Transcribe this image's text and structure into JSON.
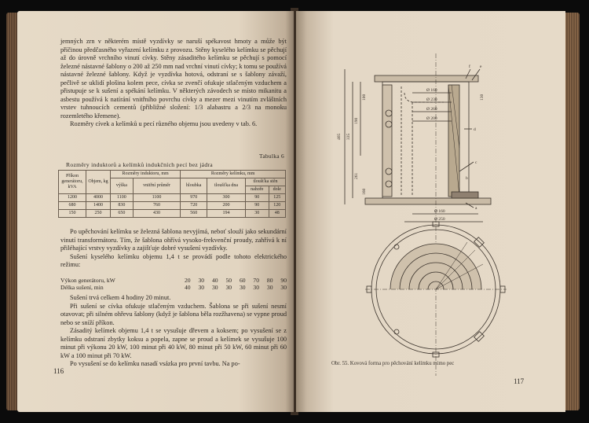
{
  "left_page": {
    "paragraphs": [
      "jemných zrn v některém místě vyzdívky se naruší spékavost hmoty a může být příčinou předčasného vyřazení kelímku z provozu. Stěny kyselého kelímku se pěchují až do úrovně vrchního vinutí cívky. Stěny zásaditého kelímku se pěchují s pomocí železné nástavné šablony o 200 až 250 mm nad vrchní vinutí cívky; k tomu se používá nástavné železné šablony. Když je vyzdívka hotová, odstraní se s šablony závaží, pečlivě se uklidí plošina kolem pece, cívka se zvenčí ofukuje stlačeným vzduchem a přistupuje se k sušení a spékání kelímku. V některých závodech se místo mikanitu a asbestu používá k natírání vnitřního povrchu cívky a mezer mezi vinutím zvláštních vrstev tuhnoucích cementů (přibližné složení: 1/3 alabastru a 2/3 na monoku rozemletého křemene).",
      "Rozměry cívek a kelímků u pecí různého objemu jsou uvedeny v tab. 6."
    ],
    "table_label": "Tabulka 6",
    "table_title": "Rozměry induktorů a kelímků indukčních pecí bez jádra",
    "table": {
      "h_power": "Příkon generátoru, kVA",
      "h_volume": "Objem, kg",
      "h_inductor": "Rozměry induktoru, mm",
      "h_crucible": "Rozměry kelímku, mm",
      "h_height": "výška",
      "h_inner_d": "vnitřní průměr",
      "h_depth": "hloubka",
      "h_bottom": "tloušťka dna",
      "h_wall": "tloušťka stěn",
      "h_top": "nahoře",
      "h_down": "dole",
      "rows": [
        [
          "1200",
          "4000",
          "1100",
          "1100",
          "970",
          "300",
          "90",
          "125"
        ],
        [
          "680",
          "1400",
          "830",
          "760",
          "720",
          "200",
          "90",
          "120"
        ],
        [
          "150",
          "250",
          "650",
          "430",
          "560",
          "194",
          "30",
          "48"
        ]
      ]
    },
    "paragraphs2": [
      "Po upěchování kelímku se železná šablona nevyjímá, neboť slouží jako sekundární vinutí transformátoru. Tím, že šablona ohřívá vysoko-frekvenční proudy, zahřívá k ní přiléhající vrstvy vyzdívky a zajišťuje dobré vysušení vyzdívky.",
      "Sušení kyselého kelímku objemu 1,4 t se provádí podle tohoto elektrického režimu:"
    ],
    "schedule": {
      "row1_label": "Výkon generátoru, kW",
      "row1_values": [
        "20",
        "30",
        "40",
        "50",
        "60",
        "70",
        "80",
        "90"
      ],
      "row2_label": "Délka sušení, min",
      "row2_values": [
        "40",
        "30",
        "30",
        "30",
        "30",
        "30",
        "30",
        "30"
      ]
    },
    "paragraphs3": [
      "Sušení trvá celkem 4 hodiny 20 minut.",
      "Při sušení se cívka ofukuje stlačeným vzduchem. Šablona se při sušení nesmí otavovat; při silném ohřevu šablony (když je šablona běla rozžhavena) se vypne proud nebo se sníží příkon.",
      "Zásaditý kelímek objemu 1,4 t se vysušuje dřevem a koksem; po vysušení se z kelímku odstraní zbytky koksu a popela, zapne se proud a kelímek se vysušuje 100 minut při výkonu 20 kW, 100 minut při 40 kW, 80 minut při 50 kW, 60 minut při 60 kW a 100 minut při 70 kW.",
      "Po vysušení se do kelímku nasadí vsázka pro první tavbu. Na po-"
    ],
    "page_number": "116"
  },
  "right_page": {
    "caption": "Obr. 55. Kovová forma pro pěchování kelímku mimo pec",
    "page_number": "117",
    "drawing_labels": {
      "dims_left": [
        "465",
        "335",
        "190",
        "261",
        "100",
        "160",
        "130"
      ],
      "dims_inner": [
        "Ø 160",
        "Ø 230",
        "Ø 260",
        "Ø 200"
      ],
      "dims_bottom": [
        "Ø 160",
        "Ø 250"
      ],
      "letters": [
        "f",
        "e",
        "d",
        "c",
        "b",
        "a"
      ]
    }
  }
}
